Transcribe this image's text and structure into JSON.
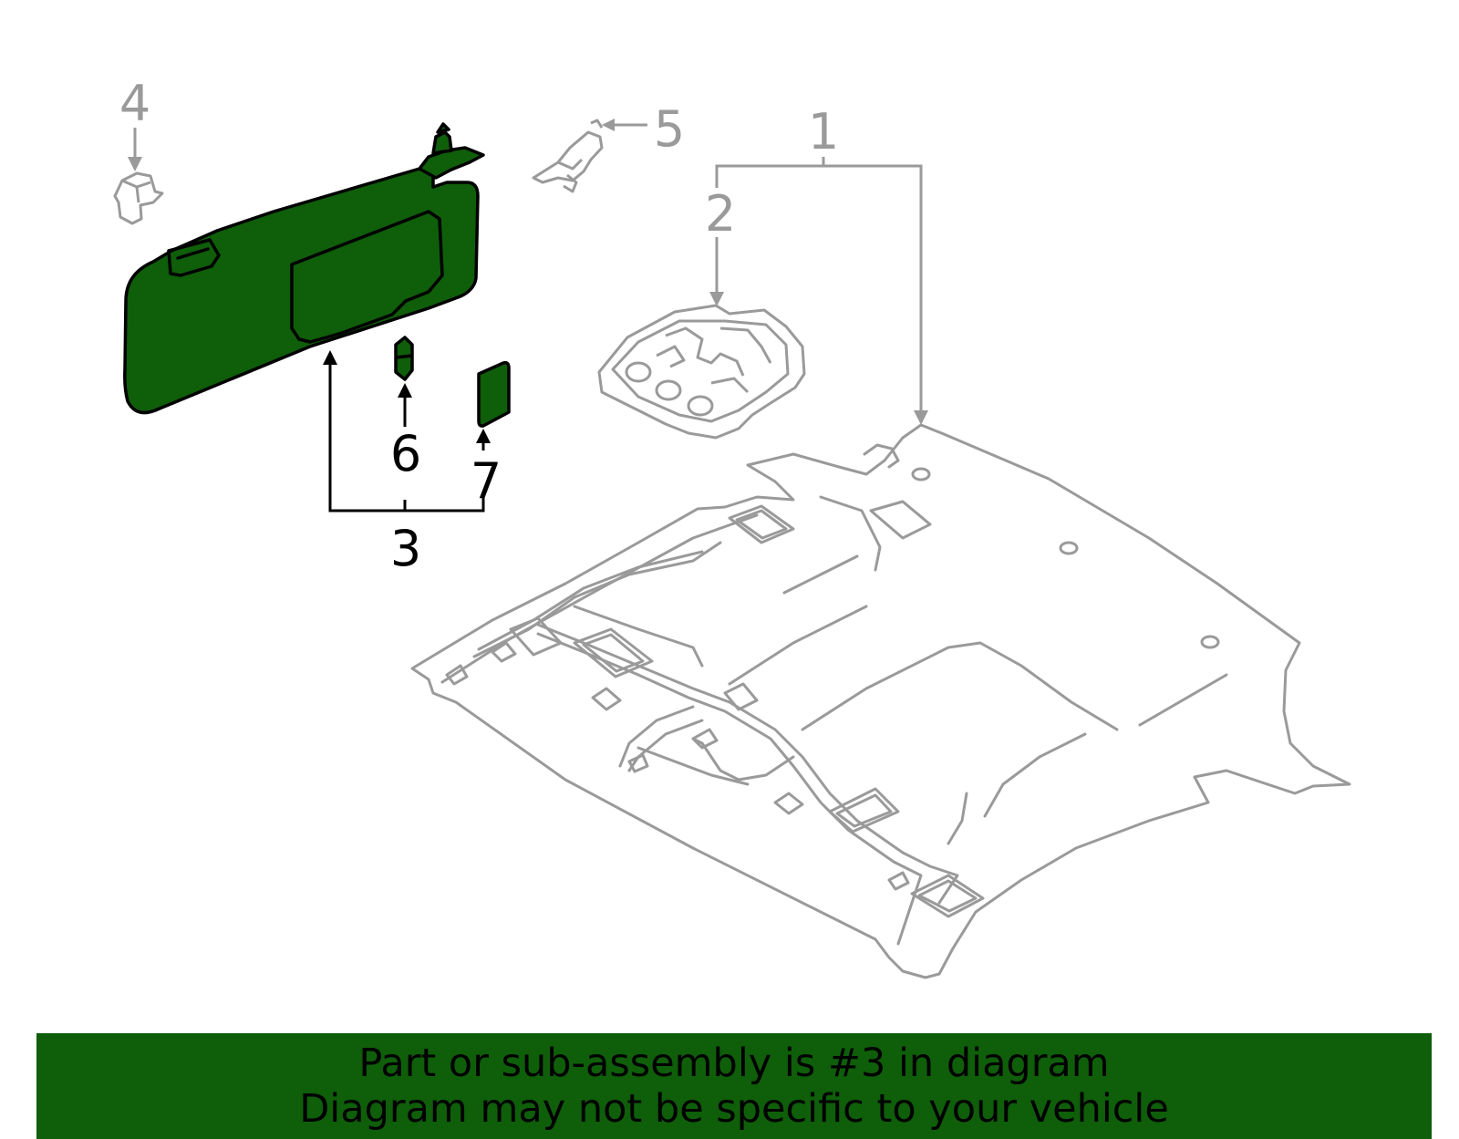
{
  "colors": {
    "highlight_fill": "#0f5e0a",
    "highlight_outline": "#000000",
    "context_line": "#9a9a9a",
    "banner_bg": "#0f5e0a",
    "banner_text": "#000000"
  },
  "callouts": {
    "c1": "1",
    "c2": "2",
    "c3": "3",
    "c4": "4",
    "c5": "5",
    "c6": "6",
    "c7": "7"
  },
  "banner": {
    "line1": "Part or sub-assembly is #3 in diagram",
    "line2": "Diagram may not be specific to your vehicle"
  }
}
